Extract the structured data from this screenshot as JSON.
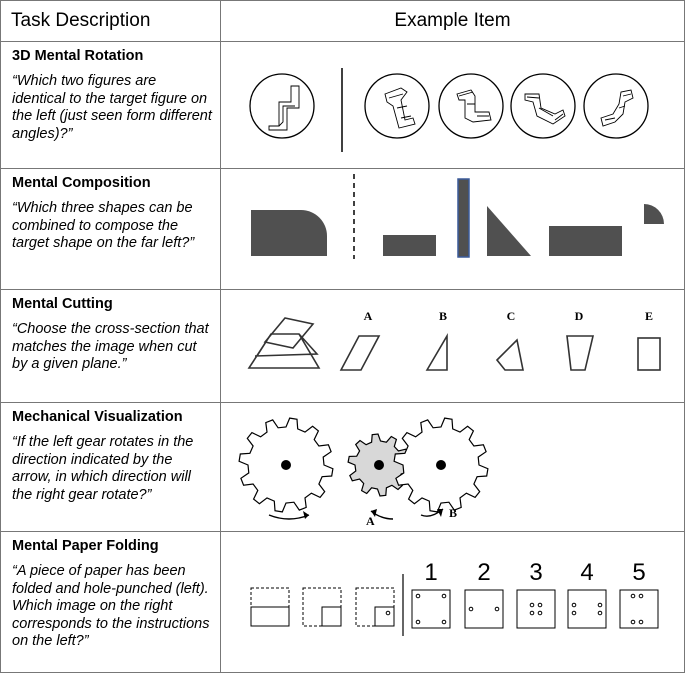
{
  "header": {
    "col1": "Task Description",
    "col2": "Example Item"
  },
  "rows": [
    {
      "title": "3D Mental Rotation",
      "question": "“Which two figures are identical to the target figure on the left (just seen form different angles)?”"
    },
    {
      "title": "Mental Composition",
      "question": "“Which three shapes can be combined to compose the target shape on the far left?”"
    },
    {
      "title": "Mental Cutting",
      "question": "“Choose the cross-section that matches the image when cut by a given plane.”"
    },
    {
      "title": "Mechanical Visualization",
      "question": "“If the left gear rotates in the direction indicated by the arrow, in which direction will the right gear rotate?”"
    },
    {
      "title": "Mental Paper Folding",
      "question": "“A piece of paper has been folded and hole-punched (left). Which image on the right corresponds to the instructions on the left?”"
    }
  ],
  "cutting_labels": [
    "A",
    "B",
    "C",
    "D",
    "E"
  ],
  "gear_labels": [
    "A",
    "B"
  ],
  "folding_numbers": [
    "1",
    "2",
    "3",
    "4",
    "5"
  ]
}
